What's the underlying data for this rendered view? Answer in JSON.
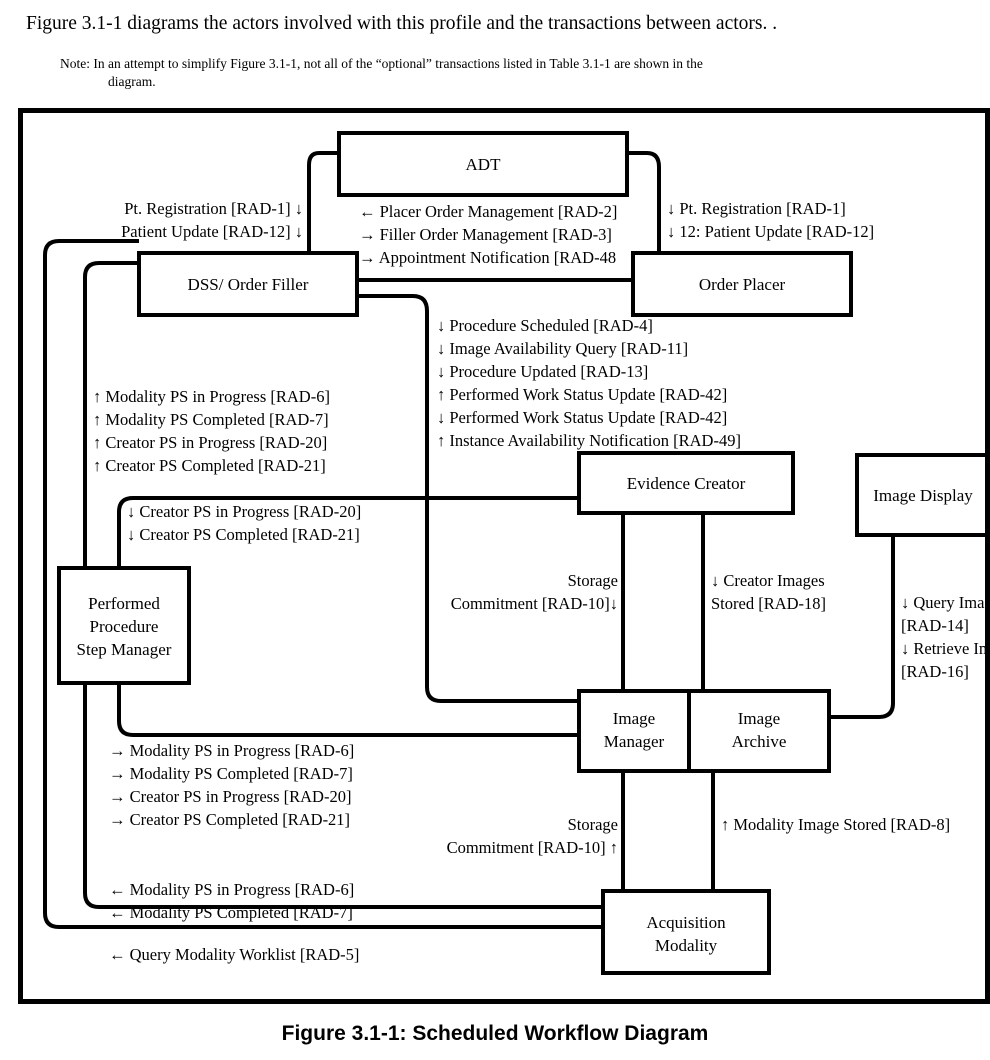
{
  "document": {
    "intro": "Figure 3.1-1 diagrams the actors involved with this profile and the transactions between actors. .",
    "note_label": "Note: In an attempt to simplify Figure 3.1-1, not all of the “optional” transactions listed in Table 3.1-1 are shown in the",
    "note_continued": "diagram.",
    "caption": "Figure 3.1-1: Scheduled Workflow Diagram"
  },
  "diagram": {
    "type": "flow-diagram",
    "title": "Scheduled Workflow Diagram",
    "nodes": [
      {
        "id": "adt",
        "label": "ADT"
      },
      {
        "id": "dss",
        "label": "DSS/ Order Filler"
      },
      {
        "id": "order_placer",
        "label": "Order Placer"
      },
      {
        "id": "evidence_creator",
        "label": "Evidence Creator"
      },
      {
        "id": "image_display",
        "label": "Image Display"
      },
      {
        "id": "ppsm",
        "label_l1": "Performed",
        "label_l2": "Procedure",
        "label_l3": "Step Manager"
      },
      {
        "id": "image_manager",
        "label_l1": "Image",
        "label_l2": "Manager"
      },
      {
        "id": "image_archive",
        "label_l1": "Image",
        "label_l2": "Archive"
      },
      {
        "id": "acquisition_modality",
        "label_l1": "Acquisition",
        "label_l2": "Modality"
      }
    ],
    "labels": {
      "adt_to_dss": [
        "Pt. Registration [RAD-1] ↓",
        "Patient Update [RAD-12] ↓"
      ],
      "dss_to_order_placer": [
        "← Placer Order Management [RAD-2]",
        "→ Filler Order Management [RAD-3]",
        "→ Appointment Notification [RAD-48"
      ],
      "adt_to_order_placer": [
        "↓ Pt. Registration [RAD-1]",
        "↓ 12: Patient Update [RAD-12]"
      ],
      "dss_to_image_manager": [
        "↓ Procedure Scheduled [RAD-4]",
        "↓ Image Availability Query [RAD-11]",
        "↓ Procedure Updated [RAD-13]",
        "↑ Performed Work Status Update [RAD-42]",
        "↓ Performed Work Status Update [RAD-42]",
        "↑ Instance Availability Notification [RAD-49]"
      ],
      "ppsm_to_dss": [
        "↑ Modality PS in Progress [RAD-6]",
        "↑ Modality PS Completed [RAD-7]",
        "↑ Creator PS in Progress [RAD-20]",
        "↑ Creator PS Completed [RAD-21]"
      ],
      "evidence_creator_to_ppsm": [
        "↓ Creator PS in Progress [RAD-20]",
        "↓ Creator PS Completed [RAD-21]"
      ],
      "evidence_creator_storage_commitment": [
        "Storage",
        "Commitment [RAD-10]↓"
      ],
      "evidence_creator_images_stored": [
        "↓ Creator Images",
        "Stored [RAD-18]"
      ],
      "image_display_queries": [
        "↓ Query Imag",
        "[RAD-14]",
        "↓ Retrieve Im",
        "[RAD-16]"
      ],
      "ppsm_to_image_manager": [
        "→  Modality PS in Progress [RAD-6]",
        "→  Modality PS Completed [RAD-7]",
        "→  Creator PS in Progress [RAD-20]",
        "→  Creator PS Completed [RAD-21]"
      ],
      "modality_storage_commitment": [
        "Storage",
        "Commitment [RAD-10] ↑"
      ],
      "modality_image_stored": [
        "↑ Modality Image Stored [RAD-8]"
      ],
      "modality_to_ppsm": [
        "← Modality PS in Progress [RAD-6]",
        "← Modality PS Completed [RAD-7]"
      ],
      "query_modality_worklist": [
        "← Query Modality Worklist [RAD-5]"
      ]
    }
  }
}
